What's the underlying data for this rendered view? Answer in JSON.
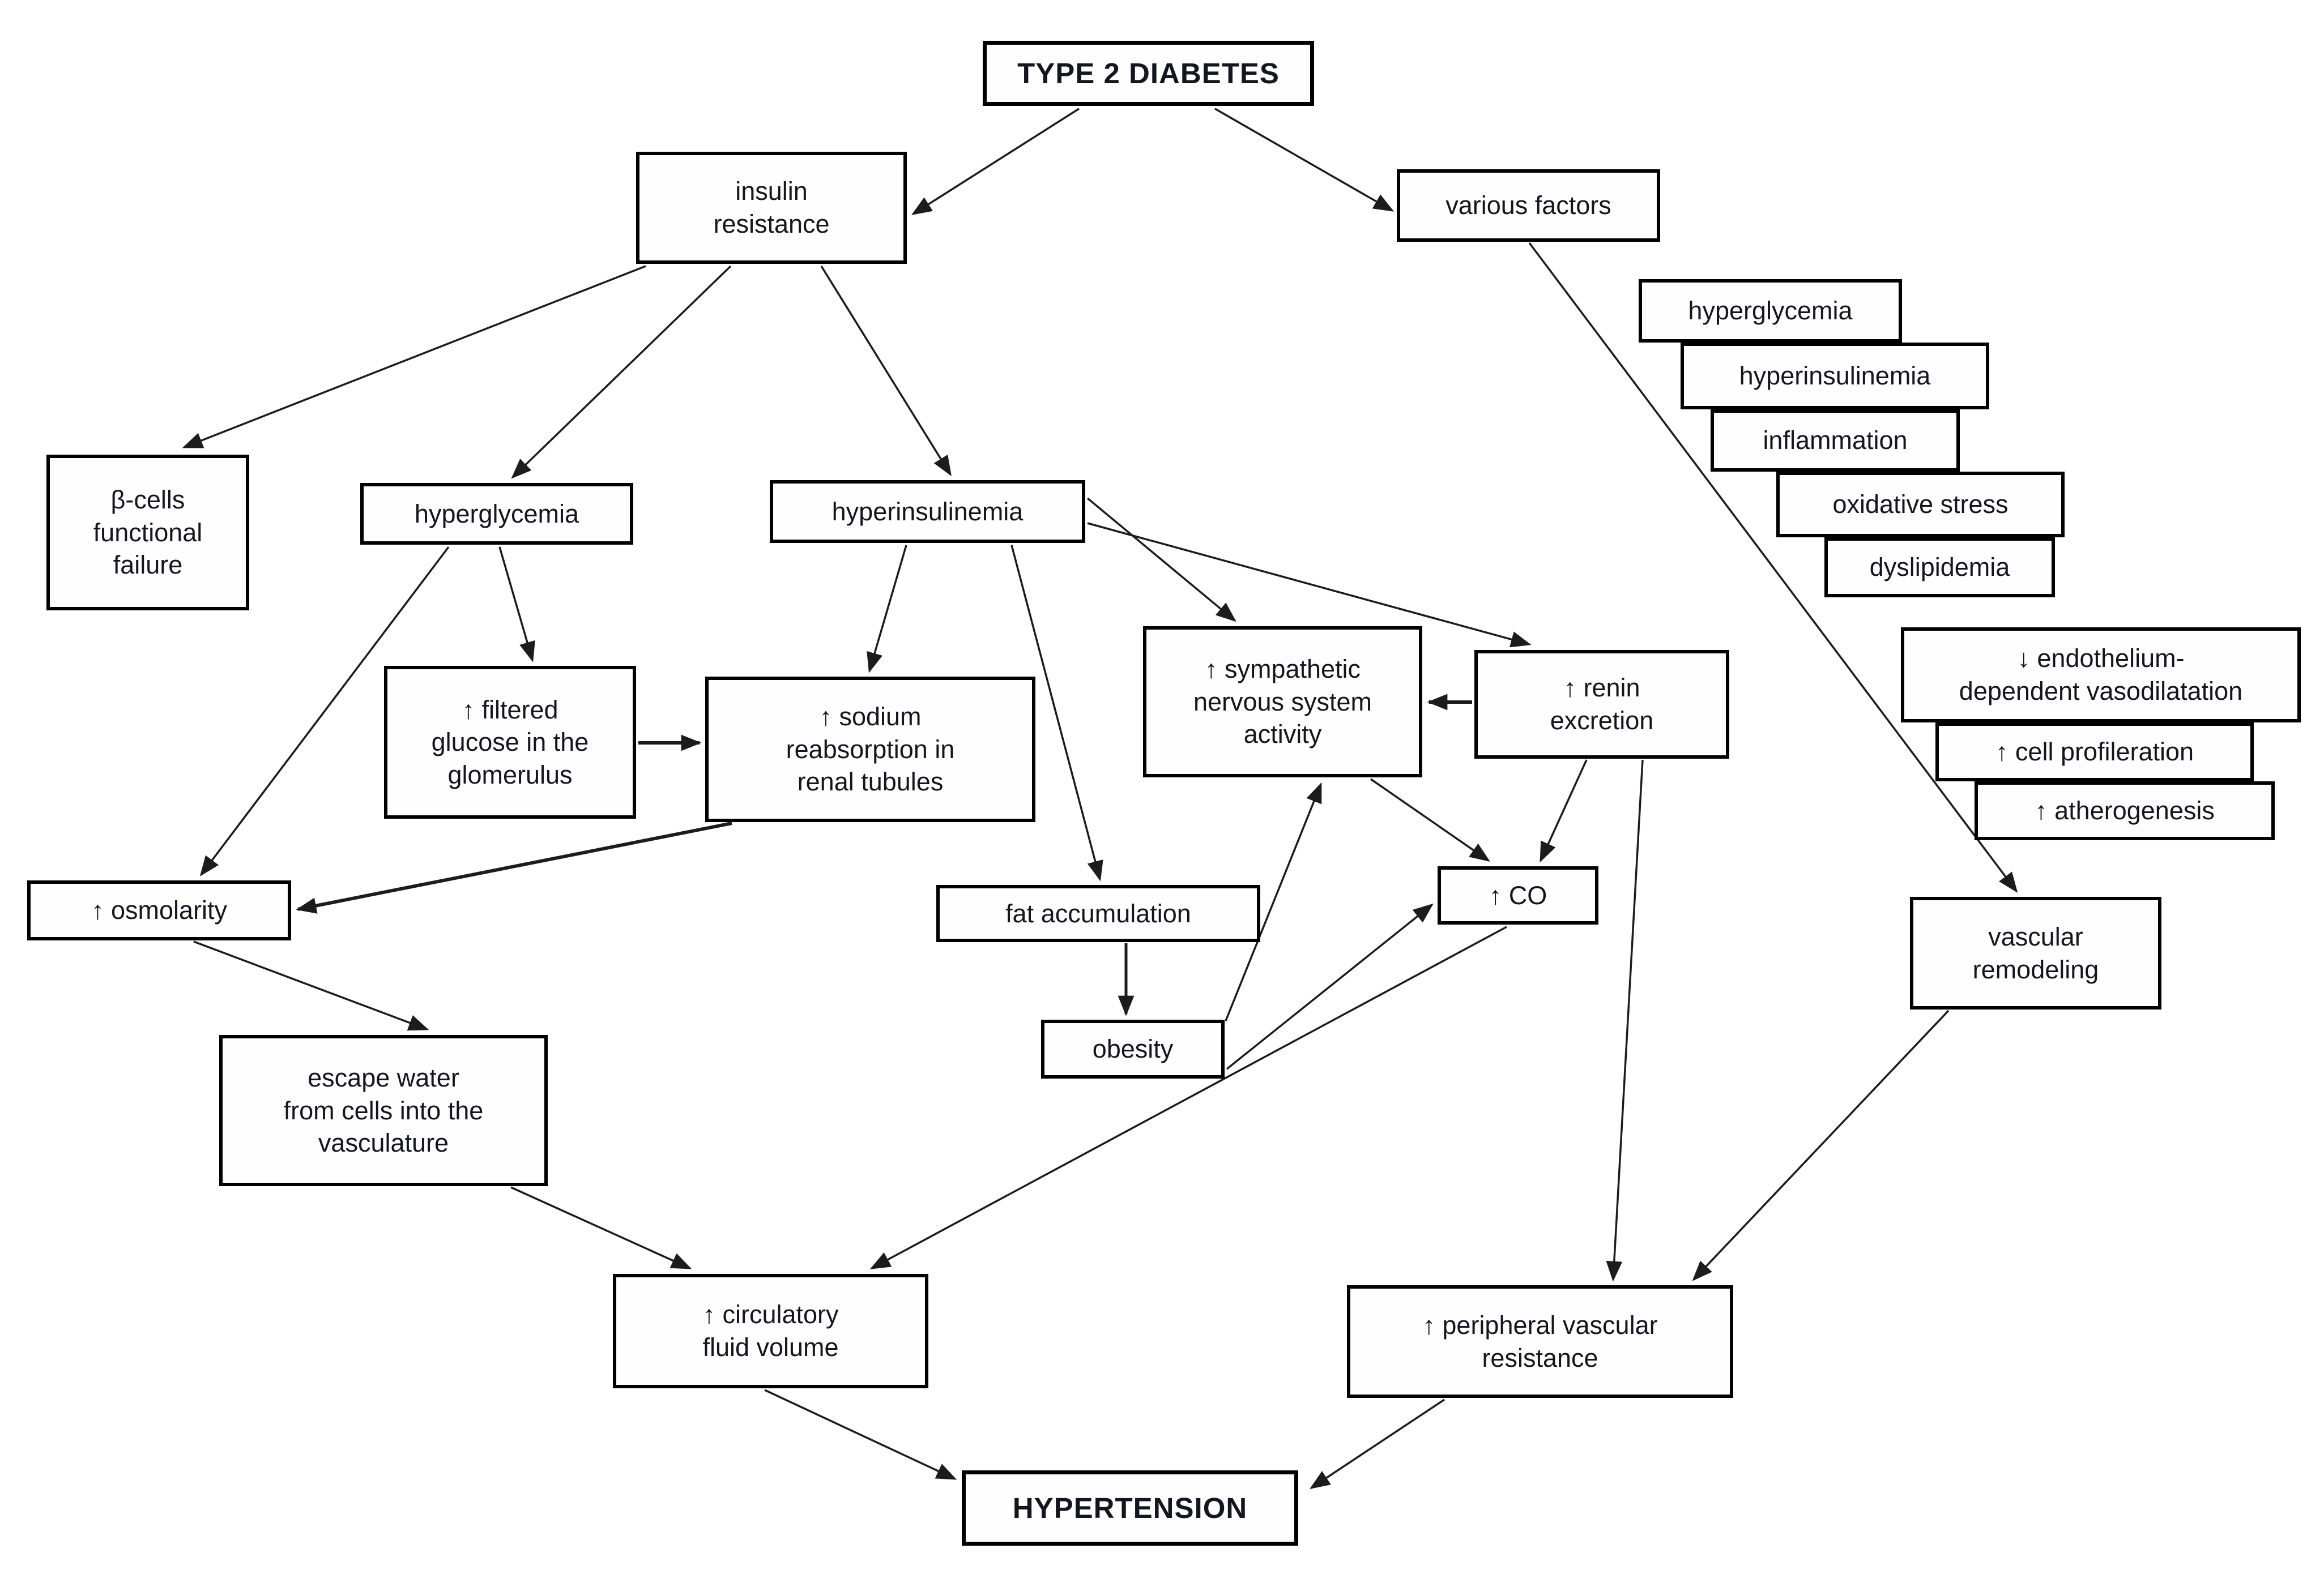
{
  "diagram": {
    "background_color": "#ffffff",
    "box_border_color": "#000000",
    "text_color": "#15151f",
    "arrow_color": "#1c1c1c",
    "nodes": [
      {
        "id": "type-2-diabetes",
        "label": "TYPE 2 DIABETES",
        "bold": true
      },
      {
        "id": "insulin-resistance",
        "label": "insulin\nresistance",
        "bold": false
      },
      {
        "id": "various-factors",
        "label": "various factors",
        "bold": false
      },
      {
        "id": "factor-hyperglycemia",
        "label": "hyperglycemia",
        "bold": false
      },
      {
        "id": "factor-hyperinsulinemia",
        "label": "hyperinsulinemia",
        "bold": false
      },
      {
        "id": "factor-inflammation",
        "label": "inflammation",
        "bold": false
      },
      {
        "id": "factor-oxidative-stress",
        "label": "oxidative stress",
        "bold": false
      },
      {
        "id": "factor-dyslipidemia",
        "label": "dyslipidemia",
        "bold": false
      },
      {
        "id": "factor-endothelium",
        "label": "↓ endothelium-\ndependent vasodilatation",
        "bold": false
      },
      {
        "id": "factor-cell-profileration",
        "label": "↑ cell profileration",
        "bold": false
      },
      {
        "id": "factor-atherogenesis",
        "label": "↑ atherogenesis",
        "bold": false
      },
      {
        "id": "vascular-remodeling",
        "label": "vascular\nremodeling",
        "bold": false
      },
      {
        "id": "beta-cells-functional-failure",
        "label": "β-cells\nfunctional\nfailure",
        "bold": false
      },
      {
        "id": "hyperglycemia",
        "label": "hyperglycemia",
        "bold": false
      },
      {
        "id": "hyperinsulinemia",
        "label": "hyperinsulinemia",
        "bold": false
      },
      {
        "id": "filtered-glucose",
        "label": "↑  filtered\nglucose in the\nglomerulus",
        "bold": false
      },
      {
        "id": "sodium-reabsorption",
        "label": "↑ sodium\nreabsorption in\nrenal tubules",
        "bold": false
      },
      {
        "id": "sympathetic-activity",
        "label": "↑ sympathetic\nnervous system\nactivity",
        "bold": false
      },
      {
        "id": "renin-excretion",
        "label": "↑ renin\nexcretion",
        "bold": false
      },
      {
        "id": "osmolarity",
        "label": "↑ osmolarity",
        "bold": false
      },
      {
        "id": "fat-accumulation",
        "label": "fat accumulation",
        "bold": false
      },
      {
        "id": "obesity",
        "label": "obesity",
        "bold": false
      },
      {
        "id": "co",
        "label": "↑ CO",
        "bold": false
      },
      {
        "id": "escape-water",
        "label": "escape water\nfrom cells into the\nvasculature",
        "bold": false
      },
      {
        "id": "circulatory-fluid-volume",
        "label": "↑ circulatory\nfluid volume",
        "bold": false
      },
      {
        "id": "peripheral-vascular-resistance",
        "label": "↑ peripheral vascular\nresistance",
        "bold": false
      },
      {
        "id": "hypertension",
        "label": "HYPERTENSION",
        "bold": true
      }
    ],
    "edges": [
      {
        "from": "type-2-diabetes",
        "to": "insulin-resistance"
      },
      {
        "from": "type-2-diabetes",
        "to": "various-factors"
      },
      {
        "from": "insulin-resistance",
        "to": "beta-cells-functional-failure"
      },
      {
        "from": "insulin-resistance",
        "to": "hyperglycemia"
      },
      {
        "from": "insulin-resistance",
        "to": "hyperinsulinemia"
      },
      {
        "from": "hyperglycemia",
        "to": "osmolarity"
      },
      {
        "from": "hyperglycemia",
        "to": "filtered-glucose"
      },
      {
        "from": "filtered-glucose",
        "to": "sodium-reabsorption"
      },
      {
        "from": "hyperinsulinemia",
        "to": "sodium-reabsorption"
      },
      {
        "from": "hyperinsulinemia",
        "to": "fat-accumulation"
      },
      {
        "from": "hyperinsulinemia",
        "to": "sympathetic-activity"
      },
      {
        "from": "hyperinsulinemia",
        "to": "renin-excretion"
      },
      {
        "from": "sodium-reabsorption",
        "to": "osmolarity"
      },
      {
        "from": "osmolarity",
        "to": "escape-water"
      },
      {
        "from": "escape-water",
        "to": "circulatory-fluid-volume"
      },
      {
        "from": "fat-accumulation",
        "to": "obesity"
      },
      {
        "from": "obesity",
        "to": "sympathetic-activity"
      },
      {
        "from": "obesity",
        "to": "co"
      },
      {
        "from": "renin-excretion",
        "to": "sympathetic-activity"
      },
      {
        "from": "sympathetic-activity",
        "to": "co"
      },
      {
        "from": "renin-excretion",
        "to": "co"
      },
      {
        "from": "renin-excretion",
        "to": "peripheral-vascular-resistance"
      },
      {
        "from": "co",
        "to": "circulatory-fluid-volume"
      },
      {
        "from": "various-factors",
        "to": "vascular-remodeling"
      },
      {
        "from": "vascular-remodeling",
        "to": "peripheral-vascular-resistance"
      },
      {
        "from": "circulatory-fluid-volume",
        "to": "hypertension"
      },
      {
        "from": "peripheral-vascular-resistance",
        "to": "hypertension"
      }
    ]
  }
}
